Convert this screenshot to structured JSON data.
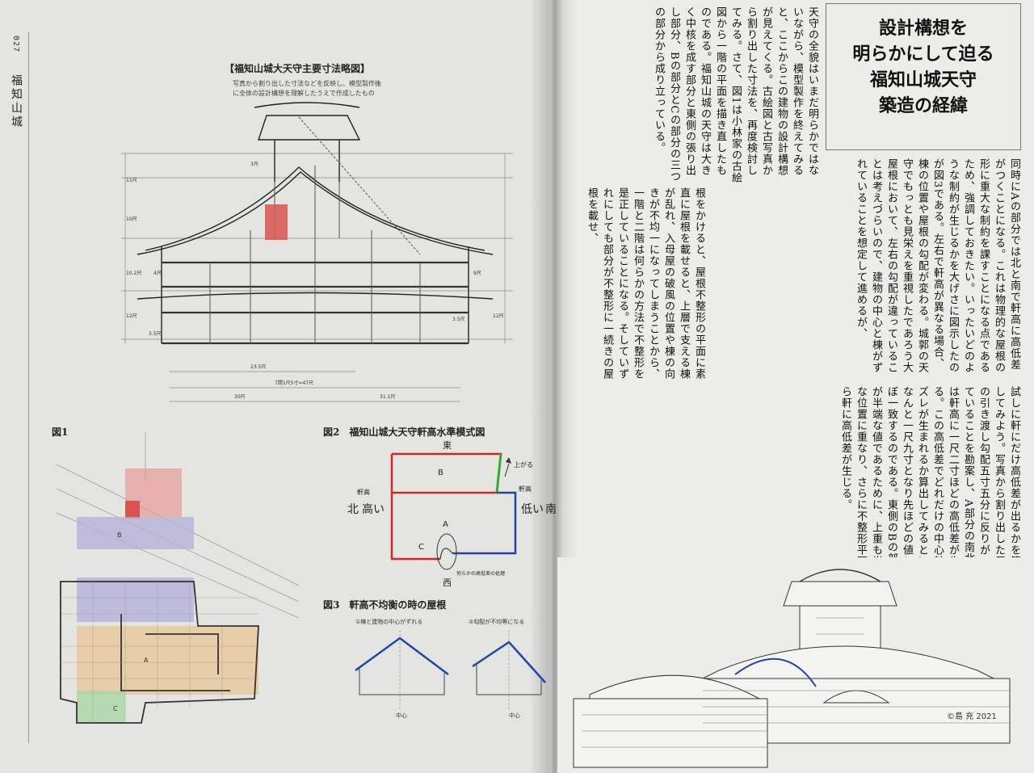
{
  "page": {
    "number": "027",
    "section": "福知山城"
  },
  "figures": {
    "main": {
      "title": "【福知山城大天守主要寸法略図】",
      "note_line1": "写真から割り出した寸法などを反映し、模型製作後",
      "note_line2": "に全体の設計構想を理解したうえで作成したもの",
      "dims": {
        "d1": "11尺",
        "d2": "10尺",
        "d3": "10.2尺",
        "d4": "12尺",
        "d5": "3.5尺",
        "d6": "3尺",
        "d7": "4尺",
        "d8": "9尺",
        "d9": "12尺",
        "d10": "3.5尺",
        "d11": "23.5尺",
        "d12": "7間1尺5寸=47尺",
        "d13": "30尺",
        "d14": "31.1尺"
      }
    },
    "fig1": {
      "title": "図1",
      "labels": [
        "B",
        "A",
        "C"
      ]
    },
    "fig2": {
      "title": "図2　福知山城大天守軒高水準模式図",
      "north": "北",
      "south": "南",
      "east": "東",
      "west": "西",
      "high": "高い",
      "low": "低い",
      "eave_left": "軒高",
      "eave_right": "軒高",
      "rise": "上がる",
      "region_a": "A",
      "region_b": "B",
      "region_c": "C",
      "treatment": "何らかの高低差の処理"
    },
    "fig3": {
      "title": "図3　軒高不均衡の時の屋根",
      "case1": "①棟と建物の中心がずれる",
      "case2": "②勾配が不均等になる",
      "center1": "中心",
      "center2": "中心"
    }
  },
  "article": {
    "title_line1": "設計構想を",
    "title_line2": "明らかにして迫る",
    "title_line3": "福知山城天守",
    "title_line4": "築造の経緯",
    "col_left": "根をかけると、屋根不整形の平面に素直に屋根を載せると、上層で支える棟が乱れ、入母屋の破風の位置や棟の向きが不均一になってしまうことから、一階と二階は何らかの方法で不整形を是正していることになる。そしていずれにしても部分が不整形に一続きの屋根を載せ、",
    "col_mid": "天守の全貌はいまだ明らかではないながら、模型製作を終えてみると、ここからこの建物の設計構想が見えてくる。古絵図と古写真から割り出した寸法を、再度検討してみる。さて、図1は小林家の古絵図から一階の平面を描き直したものである。福知山城の天守は大きく中核を成す部分と東側の張り出し部分、Bの部分とCの部分の三つの部分から成り立っている。",
    "col_right": "同時にAの部分では北と南で軒高に高低差がつくことになる。これは物理的な屋根の形に重大な制約を課すことになる点であるため、強調しておきたい。いったいどのような制約が生じるかを大げさに図示したのが図3である。左右で軒高が異なる場合、棟の位置や屋根の勾配が変わる。城郭の天守でもっとも見栄えを重視したであろう大屋根において、左右の勾配が違っていることは考えづらいので、建物の中心と棟がずれていることを想定して進めるが、",
    "col_bottom": "試しに軒にだけ高低差が出るかを算出してみよう。写真から割り出した屋根の引き渡し勾配五寸五分に反りがついていることを勘案し、A部分の南北では軒高に一尺二寸ほどの高低差が生じる。この高低差でどれだけの中心軸のズレが生まれるか算出してみると……なんと一尺九寸となり先ほどの値とほぼ一致するのである。東側のBの部分が半端な値であるために、上重も半端な位置に重なり、さらに不整形平面から軒に高低差が生じる。"
  },
  "copyright": "©島 充 2021"
}
